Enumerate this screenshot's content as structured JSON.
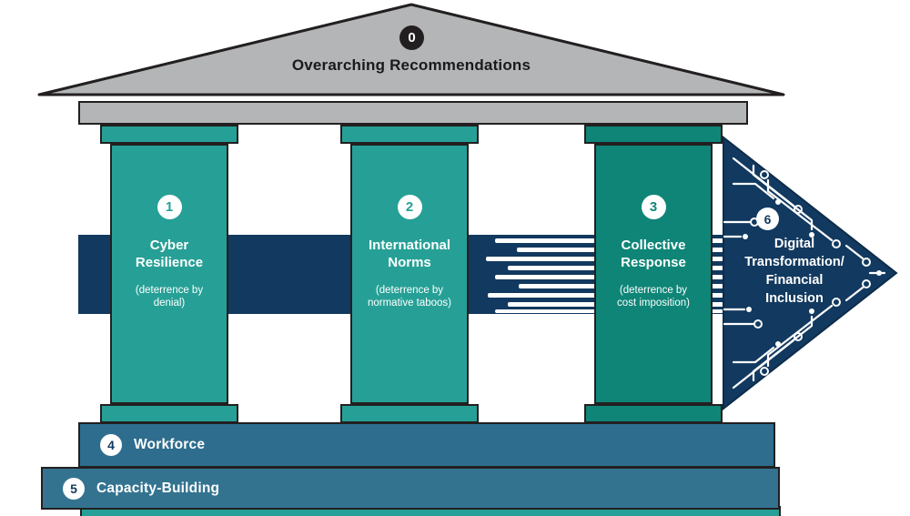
{
  "pediment": {
    "badge": "0",
    "title": "Overarching Recommendations"
  },
  "pillars": [
    {
      "badge": "1",
      "title": "Cyber\nResilience",
      "subtitle": "(deterrence by\ndenial)"
    },
    {
      "badge": "2",
      "title": "International\nNorms",
      "subtitle": "(deterrence by\nnormative taboos)"
    },
    {
      "badge": "3",
      "title": "Collective\nResponse",
      "subtitle": "(deterrence by\ncost imposition)"
    }
  ],
  "arrow": {
    "badge": "6",
    "label": "Digital\nTransformation/\nFinancial\nInclusion"
  },
  "steps": [
    {
      "badge": "4",
      "label": "Workforce"
    },
    {
      "badge": "5",
      "label": "Capacity-Building"
    }
  ],
  "colors": {
    "outline": "#231f20",
    "pediment_gray": "#b3b5b7",
    "teal": "#26a096",
    "teal_dark": "#0e8577",
    "navy": "#12395f",
    "step_blue_1": "#2e6d8e",
    "step_blue_2": "#337390",
    "badge_dark": "#231f20"
  }
}
